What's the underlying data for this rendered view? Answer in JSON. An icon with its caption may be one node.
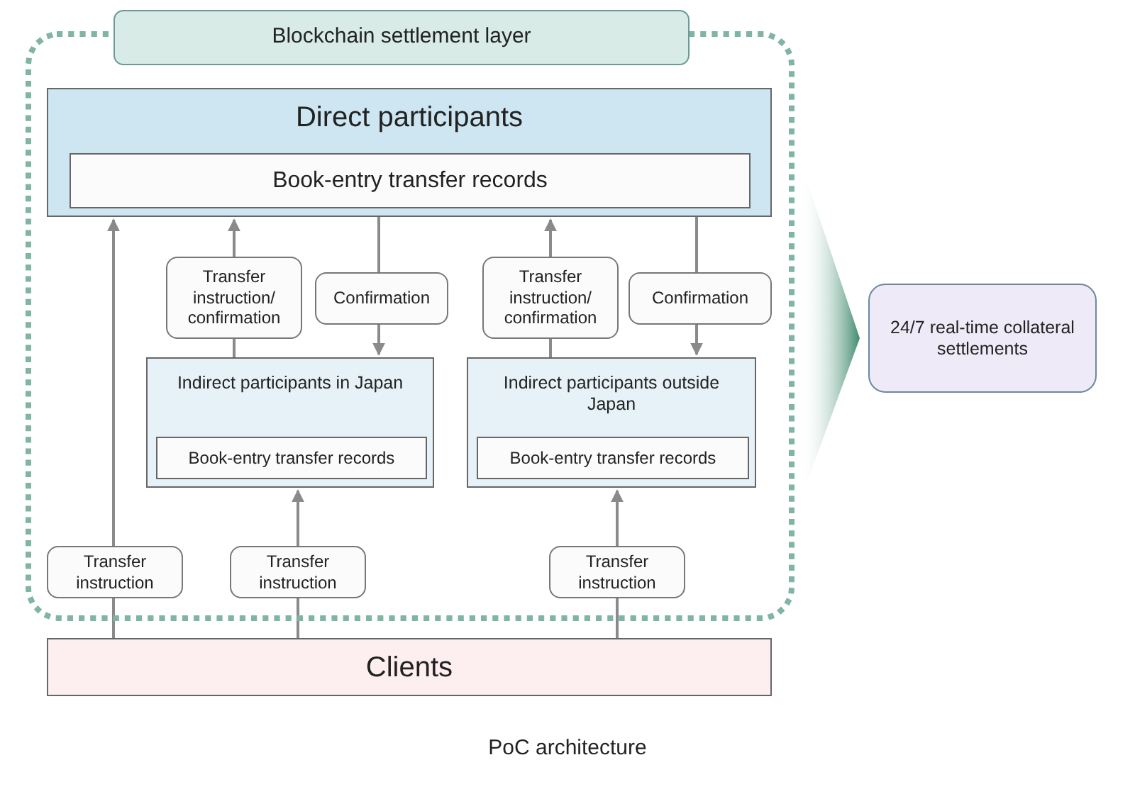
{
  "diagram": {
    "caption": "PoC architecture",
    "nodes": [
      {
        "text": [
          "Blockchain settlement layer"
        ]
      },
      {
        "text": [
          "Direct participants"
        ],
        "in": 0
      },
      {
        "text": [
          "Book-entry transfer records"
        ],
        "in": 1
      },
      {
        "text": [
          "Transfer instruction/ confirmation"
        ],
        "in": 0
      },
      {
        "text": [
          "Confirmation"
        ],
        "in": 0
      },
      {
        "text": [
          "Transfer instruction/ confirmation"
        ],
        "in": 0
      },
      {
        "text": [
          "Confirmation"
        ],
        "in": 0
      },
      {
        "text": [
          "Indirect participants in Japan"
        ],
        "in": 0
      },
      {
        "text": [
          "Book-entry transfer records"
        ],
        "in": 7
      },
      {
        "text": [
          "Indirect participants outside Japan"
        ],
        "in": 0
      },
      {
        "text": [
          "Book-entry transfer records"
        ],
        "in": 9
      },
      {
        "text": [
          "Transfer instruction"
        ],
        "in": 0
      },
      {
        "text": [
          "Transfer instruction"
        ],
        "in": 0
      },
      {
        "text": [
          "Transfer instruction"
        ],
        "in": 0
      },
      {
        "text": [
          "Clients"
        ]
      },
      {
        "text": [
          "24/7 real-time collateral settlements"
        ]
      }
    ],
    "edges": [
      {
        "from": 14,
        "to": 11,
        "arrow": "none"
      },
      {
        "from": 11,
        "to": 1,
        "arrow": "to"
      },
      {
        "from": 7,
        "to": 3,
        "arrow": "none"
      },
      {
        "from": 3,
        "to": 1,
        "arrow": "to"
      },
      {
        "from": 1,
        "to": 4,
        "arrow": "none"
      },
      {
        "from": 4,
        "to": 7,
        "arrow": "to"
      },
      {
        "from": 9,
        "to": 5,
        "arrow": "none"
      },
      {
        "from": 5,
        "to": 1,
        "arrow": "to"
      },
      {
        "from": 1,
        "to": 6,
        "arrow": "none"
      },
      {
        "from": 6,
        "to": 9,
        "arrow": "to"
      },
      {
        "from": 14,
        "to": 12,
        "arrow": "none"
      },
      {
        "from": 12,
        "to": 7,
        "arrow": "to"
      },
      {
        "from": 14,
        "to": 13,
        "arrow": "none"
      },
      {
        "from": 13,
        "to": 9,
        "arrow": "to"
      },
      {
        "from": 0,
        "to": 15,
        "arrow": "to",
        "style": "thick",
        "color": "#3f8a6e"
      }
    ]
  }
}
